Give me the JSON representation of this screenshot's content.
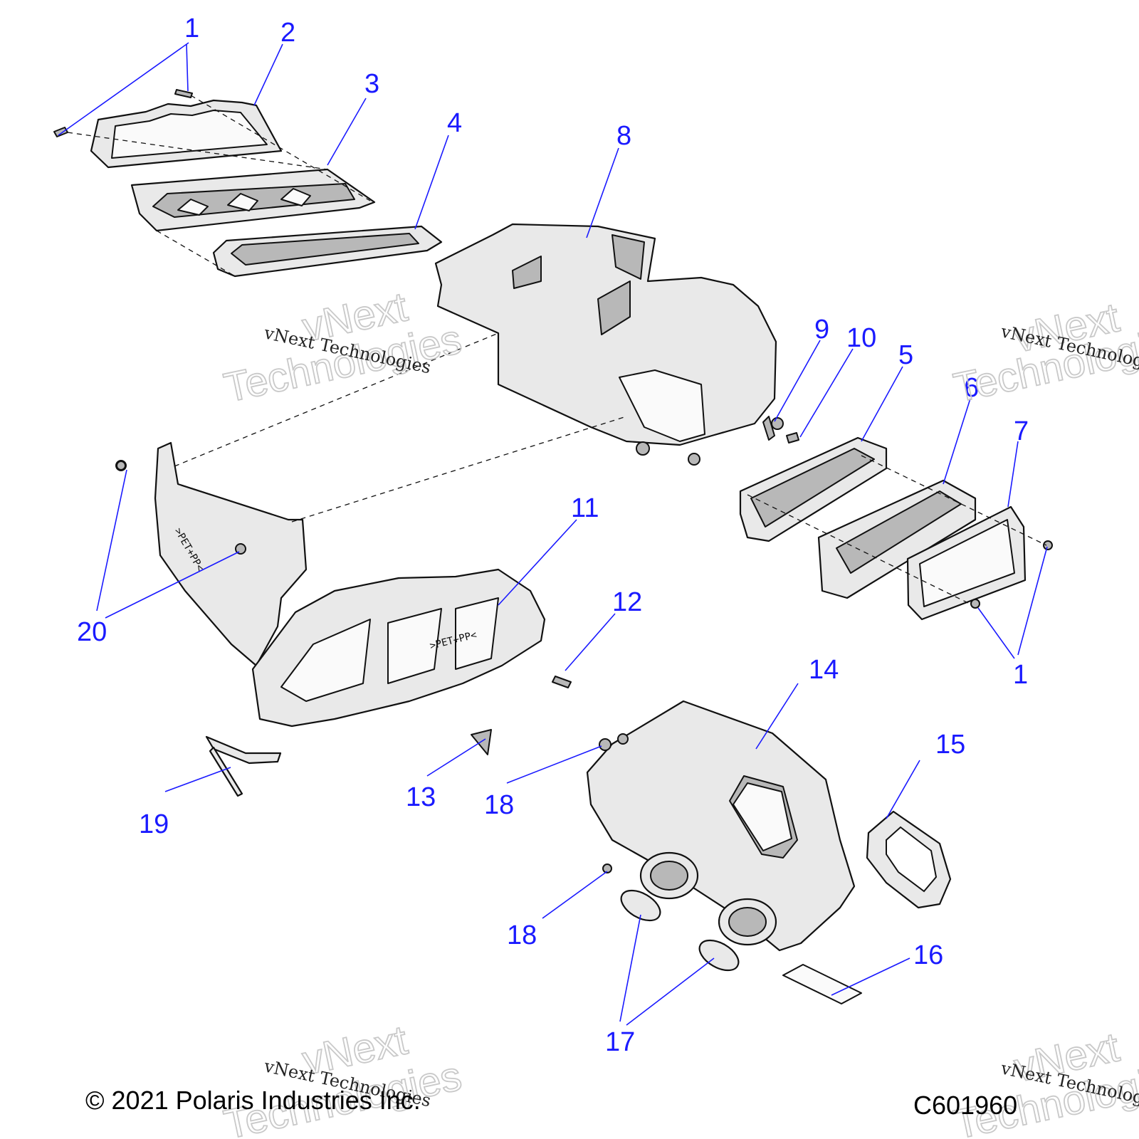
{
  "callouts": [
    "1",
    "2",
    "3",
    "4",
    "5",
    "6",
    "7",
    "8",
    "9",
    "10",
    "11",
    "12",
    "13",
    "14",
    "15",
    "16",
    "17",
    "18",
    "19",
    "20"
  ],
  "callout_color": "#1a1aff",
  "part_markings": {
    "duct_marking_a": ">PET+PP<",
    "duct_marking_b": ">PET+PP<"
  },
  "watermark": {
    "line": "vNext Technologies",
    "big_top": "vNext",
    "big_bottom": "Technologies"
  },
  "footer": {
    "copyright": "© 2021 Polaris Industries Inc.",
    "diagram_id": "C601960"
  }
}
